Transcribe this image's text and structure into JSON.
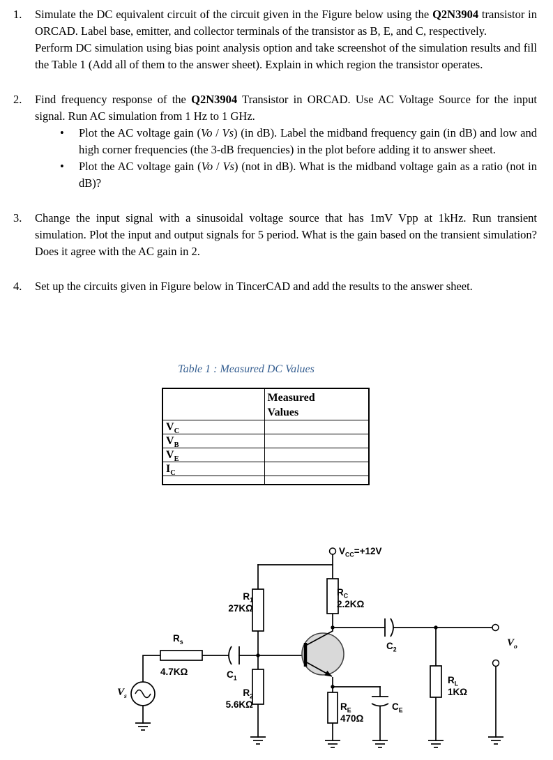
{
  "assignment": {
    "bullet_char": "•",
    "items": [
      {
        "number": "1.",
        "paragraphs": [
          [
            {
              "t": "Simulate the DC equivalent circuit of the circuit given in the Figure below using the "
            },
            {
              "t": "Q2N3904",
              "b": true
            },
            {
              "t": " transistor in ORCAD.  Label base, emitter, and collector terminals of the transistor as B, E, and C, respectively."
            }
          ],
          [
            {
              "t": "Perform DC simulation using bias point analysis option and take screenshot of the simulation results and fill the Table 1 (Add all of them to the answer sheet). Explain in which region the transistor operates."
            }
          ]
        ]
      },
      {
        "number": "2.",
        "paragraphs": [
          [
            {
              "t": "Find frequency response of the "
            },
            {
              "t": "Q2N3904",
              "b": true
            },
            {
              "t": " Transistor in ORCAD. Use AC Voltage Source for the input signal. Run AC simulation from 1 Hz to 1 GHz."
            }
          ]
        ],
        "bullets": [
          [
            {
              "t": "Plot the AC voltage gain ("
            },
            {
              "t": "Vo",
              "i": true
            },
            {
              "t": " / "
            },
            {
              "t": "Vs",
              "i": true
            },
            {
              "t": ") (in dB). Label the midband frequency gain (in dB) and low and high corner frequencies (the 3-dB frequencies) in the plot before adding it to answer sheet."
            }
          ],
          [
            {
              "t": "Plot the AC voltage gain ("
            },
            {
              "t": "Vo",
              "i": true
            },
            {
              "t": " / "
            },
            {
              "t": "Vs",
              "i": true
            },
            {
              "t": ") (not in dB). What is the midband voltage gain as a ratio (not in dB)?"
            }
          ]
        ]
      },
      {
        "number": "3.",
        "paragraphs": [
          [
            {
              "t": "Change the input signal with a sinusoidal voltage source that has 1mV Vpp at 1kHz. Run transient simulation. Plot the input and output signals for 5 period. What is the gain based on the transient simulation? Does it agree with the AC gain in 2."
            }
          ]
        ]
      },
      {
        "number": "4.",
        "paragraphs": [
          [
            {
              "t": "Set up the circuits given in Figure below in TincerCAD and add the results to the answer sheet."
            }
          ]
        ]
      }
    ]
  },
  "table": {
    "caption": "Table 1 : Measured DC Values",
    "caption_color": "#365f91",
    "header": [
      {
        "t": "Measured"
      },
      {
        "br": true
      },
      {
        "t": "Values"
      }
    ],
    "rows": [
      {
        "label": [
          {
            "t": "V"
          },
          {
            "t": "C",
            "sub": true
          }
        ],
        "value": ""
      },
      {
        "label": [
          {
            "t": "V"
          },
          {
            "t": "B",
            "sub": true
          }
        ],
        "value": ""
      },
      {
        "label": [
          {
            "t": "V"
          },
          {
            "t": "E",
            "sub": true
          }
        ],
        "value": ""
      },
      {
        "label": [
          {
            "t": "I"
          },
          {
            "t": "C",
            "sub": true
          }
        ],
        "value": ""
      }
    ]
  },
  "circuit": {
    "labels": {
      "vcc": [
        {
          "t": "V"
        },
        {
          "t": "CC",
          "sub": true
        },
        {
          "t": "=+12V"
        }
      ],
      "r1": [
        {
          "t": "R"
        },
        {
          "t": "1",
          "sub": true
        },
        {
          "br": true
        },
        {
          "t": "27KΩ"
        }
      ],
      "rc": [
        {
          "t": "R"
        },
        {
          "t": "C",
          "sub": true
        },
        {
          "br": true
        },
        {
          "t": "2.2KΩ"
        }
      ],
      "rs": [
        {
          "t": "R"
        },
        {
          "t": "s",
          "sub": true
        }
      ],
      "rs_value": [
        {
          "t": "4.7KΩ"
        }
      ],
      "c1": [
        {
          "t": "C"
        },
        {
          "t": "1",
          "sub": true
        }
      ],
      "r2": [
        {
          "t": "R"
        },
        {
          "t": "2",
          "sub": true
        },
        {
          "br": true
        },
        {
          "t": "5.6KΩ"
        }
      ],
      "re": [
        {
          "t": "R"
        },
        {
          "t": "E",
          "sub": true
        },
        {
          "br": true
        },
        {
          "t": "470Ω"
        }
      ],
      "ce": [
        {
          "t": "C"
        },
        {
          "t": "E",
          "sub": true
        }
      ],
      "c2": [
        {
          "t": "C"
        },
        {
          "t": "2",
          "sub": true
        }
      ],
      "rl": [
        {
          "t": "R"
        },
        {
          "t": "L",
          "sub": true
        },
        {
          "br": true
        },
        {
          "t": "1KΩ"
        }
      ],
      "vs": [
        {
          "t": "V"
        },
        {
          "t": "s",
          "sub": true
        }
      ],
      "vo": [
        {
          "t": "V"
        },
        {
          "t": "o",
          "sub": true
        }
      ]
    }
  }
}
